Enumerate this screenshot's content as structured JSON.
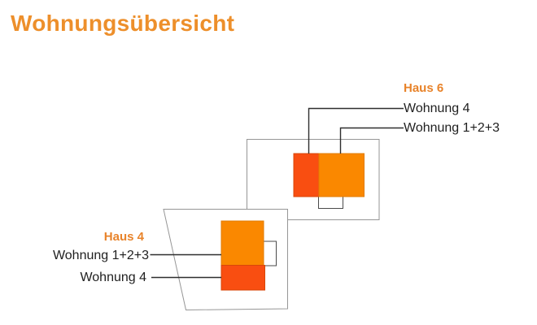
{
  "page": {
    "title": "Wohnungsübersicht"
  },
  "colors": {
    "title_orange": "#ed8f2b",
    "haus_label_orange": "#e8832a",
    "apartment_orange": "#fa8800",
    "apartment_red_orange": "#f94e11",
    "plot_outline_gray": "#969696",
    "annex_outline_gray": "#4a4a4a",
    "connector_line": "#2e2e2e",
    "label_text": "#1f1f1f"
  },
  "haus6": {
    "name": "Haus 6",
    "apartments": [
      {
        "label": "Wohnung 4"
      },
      {
        "label": "Wohnung 1+2+3"
      }
    ]
  },
  "haus4": {
    "name": "Haus 4",
    "apartments": [
      {
        "label": "Wohnung 1+2+3"
      },
      {
        "label": "Wohnung 4"
      }
    ]
  }
}
